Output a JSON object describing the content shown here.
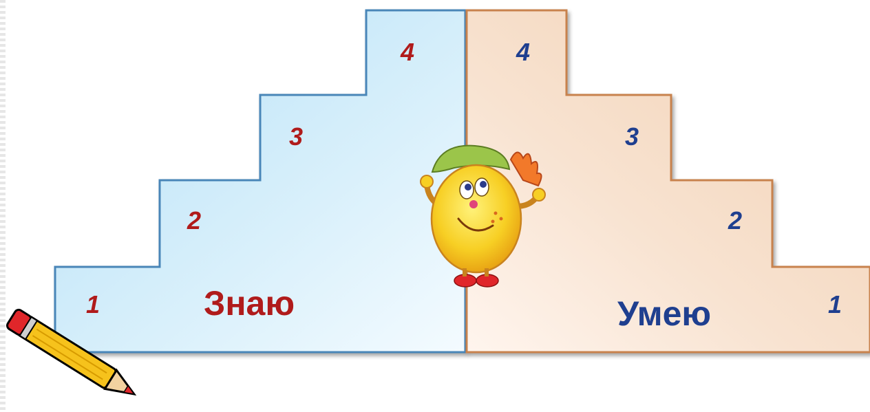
{
  "left_stairs": {
    "label": "Знаю",
    "steps": [
      "1",
      "2",
      "3",
      "4"
    ],
    "text_color": "#b01b1b",
    "fill_color": "#cfeaf8"
  },
  "right_stairs": {
    "label": "Умею",
    "steps": [
      "1",
      "2",
      "3",
      "4"
    ],
    "text_color": "#1f3f8f",
    "fill_color": "#f6dcc6"
  },
  "illustrations": {
    "mascot": "sun-mascot-icon",
    "pencil": "pencil-icon"
  }
}
